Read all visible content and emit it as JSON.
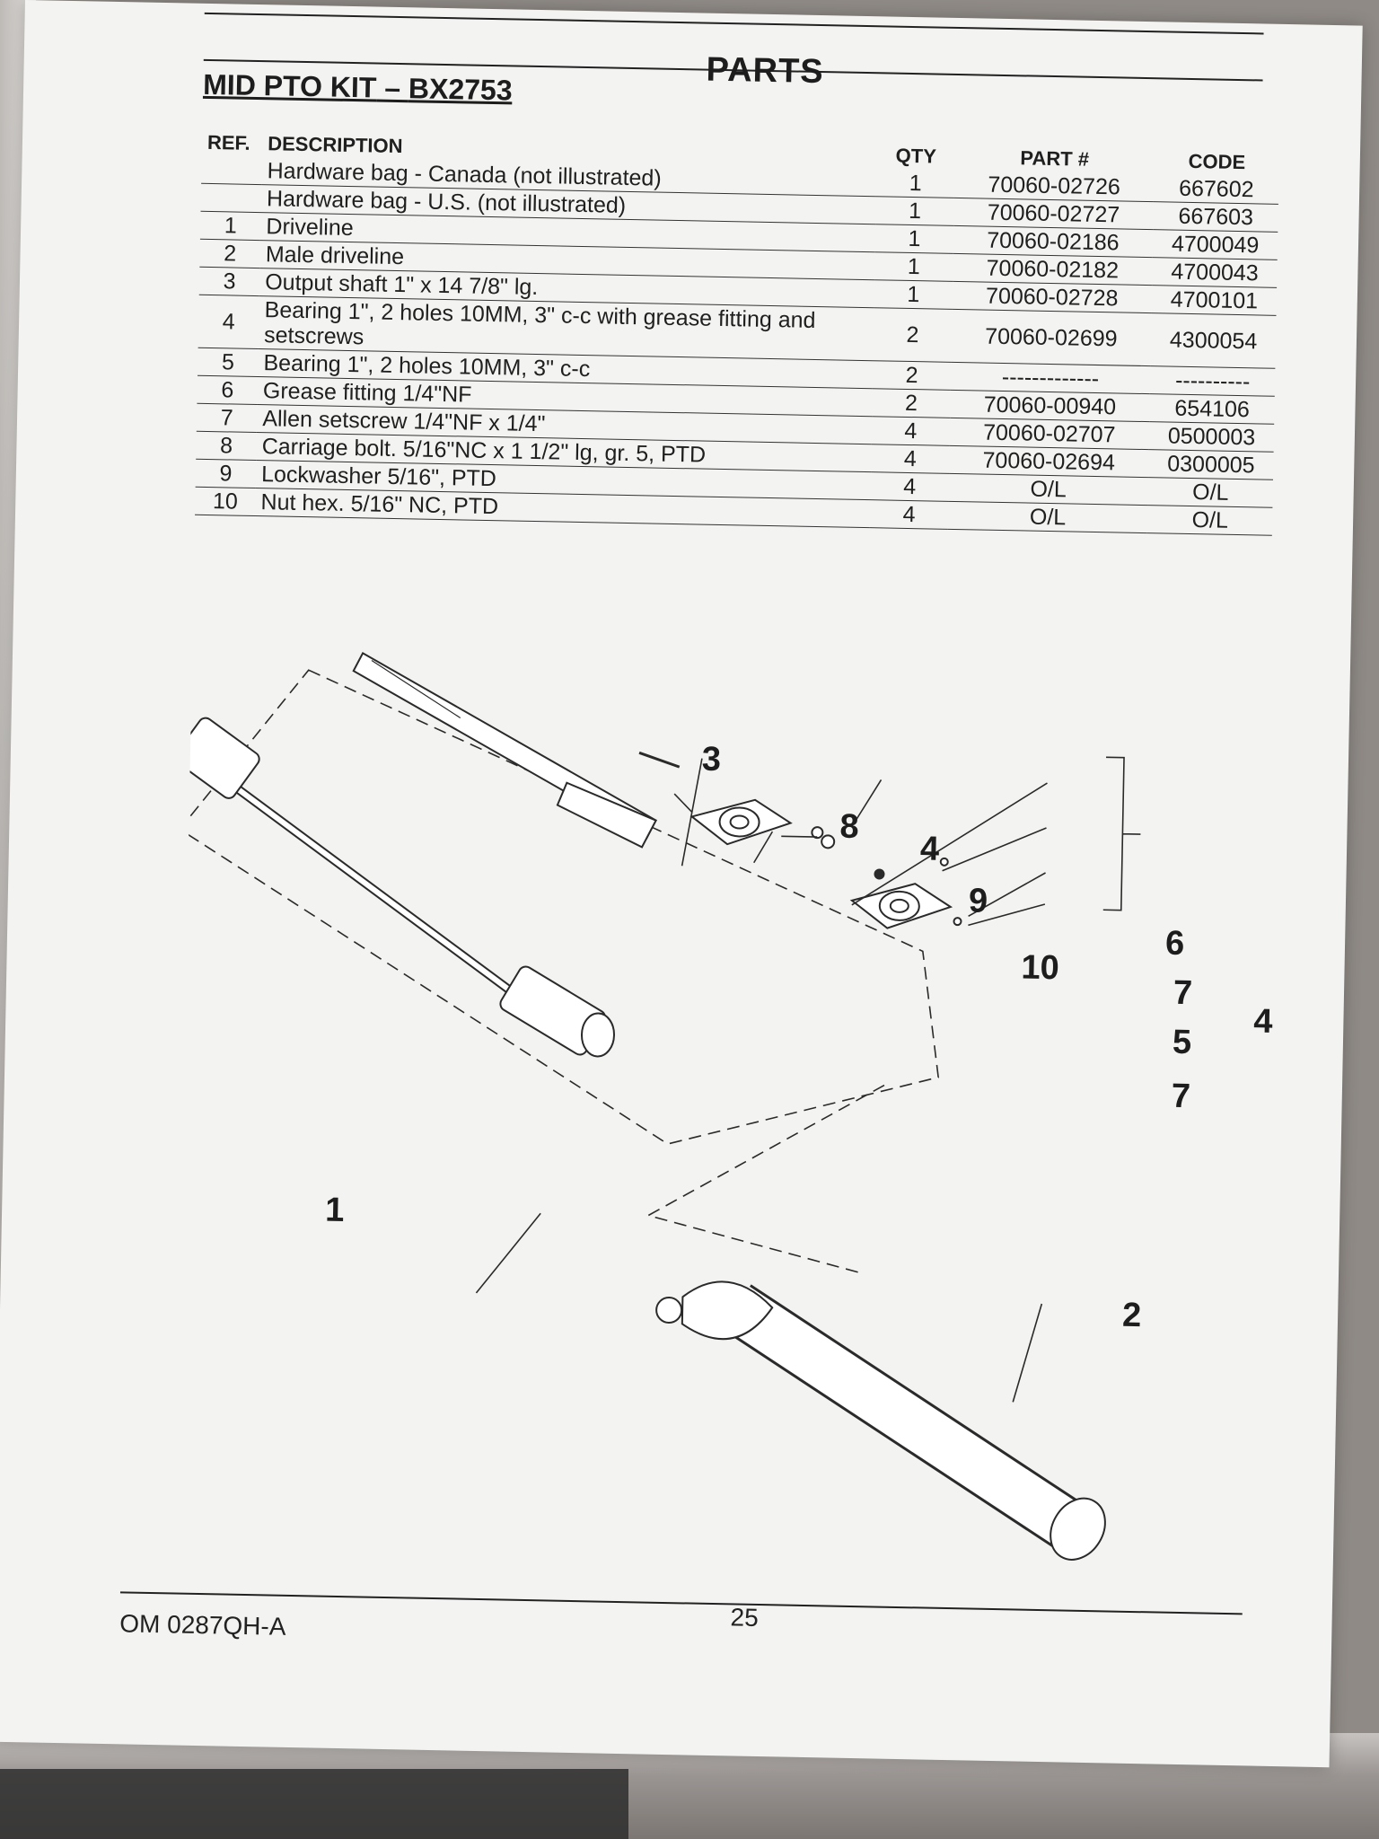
{
  "header": {
    "section_title": "PARTS",
    "kit_title_main": "MID PTO KIT",
    "kit_title_dash": " – ",
    "kit_title_model": "BX2753"
  },
  "table": {
    "columns": {
      "ref": "REF.",
      "description": "DESCRIPTION",
      "qty": "QTY",
      "part": "PART #",
      "code": "CODE"
    },
    "rows": [
      {
        "ref": "",
        "description": "Hardware bag - Canada (not illustrated)",
        "qty": "1",
        "part": "70060-02726",
        "code": "667602"
      },
      {
        "ref": "",
        "description": "Hardware bag - U.S. (not illustrated)",
        "qty": "1",
        "part": "70060-02727",
        "code": "667603"
      },
      {
        "ref": "1",
        "description": "Driveline",
        "qty": "1",
        "part": "70060-02186",
        "code": "4700049"
      },
      {
        "ref": "2",
        "description": "Male driveline",
        "qty": "1",
        "part": "70060-02182",
        "code": "4700043"
      },
      {
        "ref": "3",
        "description": "Output shaft 1\" x 14 7/8\" lg.",
        "qty": "1",
        "part": "70060-02728",
        "code": "4700101"
      },
      {
        "ref": "4",
        "description": "Bearing 1\", 2 holes 10MM, 3\" c-c with grease fitting and setscrews",
        "qty": "2",
        "part": "70060-02699",
        "code": "4300054"
      },
      {
        "ref": "5",
        "description": "Bearing 1\", 2 holes 10MM, 3\" c-c",
        "qty": "2",
        "part": "-------------",
        "code": "----------"
      },
      {
        "ref": "6",
        "description": "Grease fitting 1/4\"NF",
        "qty": "2",
        "part": "70060-00940",
        "code": "654106"
      },
      {
        "ref": "7",
        "description": "Allen setscrew 1/4\"NF x 1/4\"",
        "qty": "4",
        "part": "70060-02707",
        "code": "0500003"
      },
      {
        "ref": "8",
        "description": "Carriage bolt. 5/16\"NC x 1 1/2\" lg, gr. 5, PTD",
        "qty": "4",
        "part": "70060-02694",
        "code": "0300005"
      },
      {
        "ref": "9",
        "description": "Lockwasher 5/16\", PTD",
        "qty": "4",
        "part": "O/L",
        "code": "O/L"
      },
      {
        "ref": "10",
        "description": "Nut hex. 5/16\" NC, PTD",
        "qty": "4",
        "part": "O/L",
        "code": "O/L"
      }
    ]
  },
  "diagram": {
    "callouts": {
      "c1": "1",
      "c2": "2",
      "c3": "3",
      "c4a": "4",
      "c4b": "4",
      "c5": "5",
      "c6": "6",
      "c7a": "7",
      "c7b": "7",
      "c8": "8",
      "c9": "9",
      "c10": "10"
    }
  },
  "footer": {
    "doc_number": "OM 0287QH-A",
    "page_number": "25"
  }
}
